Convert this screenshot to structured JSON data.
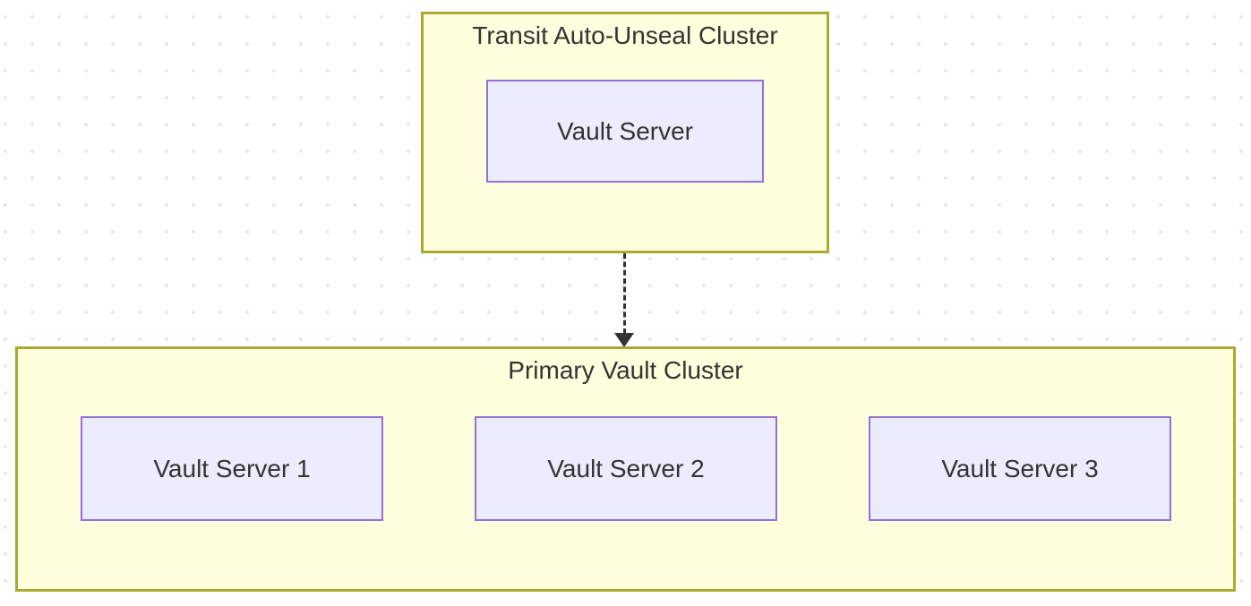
{
  "diagram": {
    "type": "flowchart",
    "direction": "top-down",
    "clusters": [
      {
        "id": "transit",
        "title": "Transit Auto-Unseal Cluster",
        "nodes": [
          {
            "id": "transit-vault-server",
            "label": "Vault Server"
          }
        ]
      },
      {
        "id": "primary",
        "title": "Primary Vault Cluster",
        "nodes": [
          {
            "id": "vault-server-1",
            "label": "Vault Server 1"
          },
          {
            "id": "vault-server-2",
            "label": "Vault Server 2"
          },
          {
            "id": "vault-server-3",
            "label": "Vault Server 3"
          }
        ]
      }
    ],
    "edges": [
      {
        "from": "transit",
        "to": "primary",
        "style": "dashed",
        "arrowhead": "down",
        "label": ""
      }
    ],
    "colors": {
      "cluster_fill": "#ffffde",
      "cluster_border": "#aaaa33",
      "node_fill": "#ECECFF",
      "node_border": "#9370DB",
      "text": "#333333",
      "edge": "#333333",
      "background_dot": "#e8e8e8"
    }
  }
}
